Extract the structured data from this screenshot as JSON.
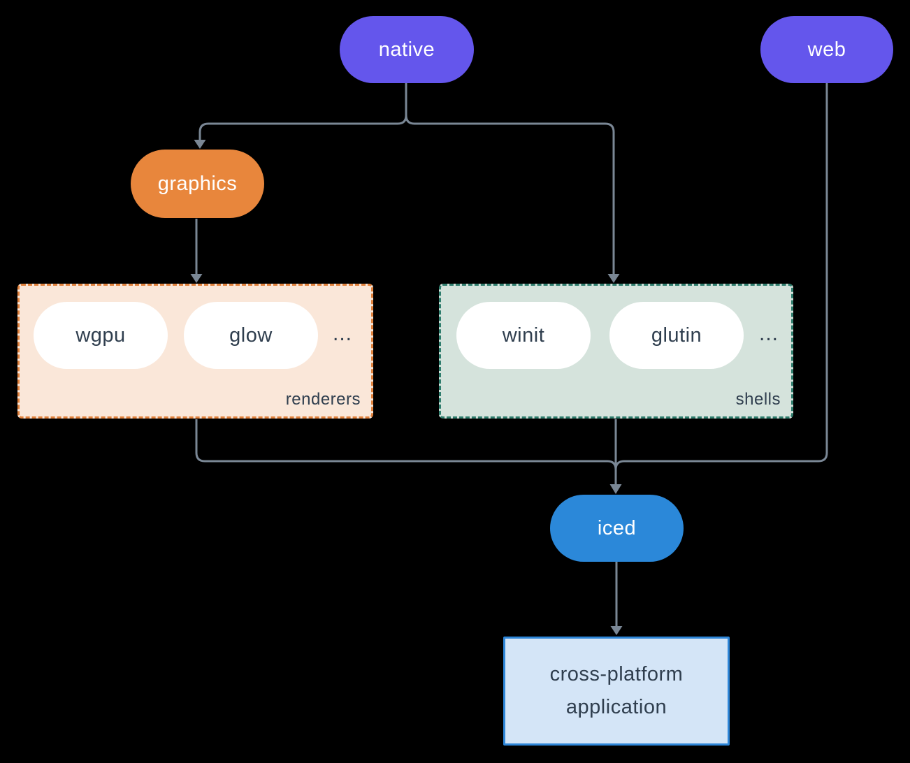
{
  "nodes": {
    "native": {
      "label": "native"
    },
    "web": {
      "label": "web"
    },
    "graphics": {
      "label": "graphics"
    },
    "iced": {
      "label": "iced"
    },
    "app": {
      "line1": "cross-platform",
      "line2": "application"
    }
  },
  "groups": {
    "renderers": {
      "label": "renderers",
      "items": [
        "wgpu",
        "glow"
      ],
      "ellipsis": "..."
    },
    "shells": {
      "label": "shells",
      "items": [
        "winit",
        "glutin"
      ],
      "ellipsis": "..."
    }
  },
  "edges": [
    {
      "from": "native",
      "to": "graphics"
    },
    {
      "from": "native",
      "to": "shells"
    },
    {
      "from": "graphics",
      "to": "renderers"
    },
    {
      "from": "renderers",
      "to": "iced"
    },
    {
      "from": "shells",
      "to": "iced"
    },
    {
      "from": "web",
      "to": "iced"
    },
    {
      "from": "iced",
      "to": "app"
    }
  ],
  "colors": {
    "bg": "#000000",
    "purple": "#6456ec",
    "orange": "#e8863c",
    "blue": "#2b88d9",
    "white": "#ffffff",
    "dark": "#2f3e4e",
    "line": "#7a8795",
    "renderers-bg": "#fae7d9",
    "renderers-border": "#e0813c",
    "shells-bg": "#d5e3dc",
    "shells-border": "#2f7d6d",
    "app-bg": "#d4e5f7",
    "app-border": "#2e86d8"
  }
}
